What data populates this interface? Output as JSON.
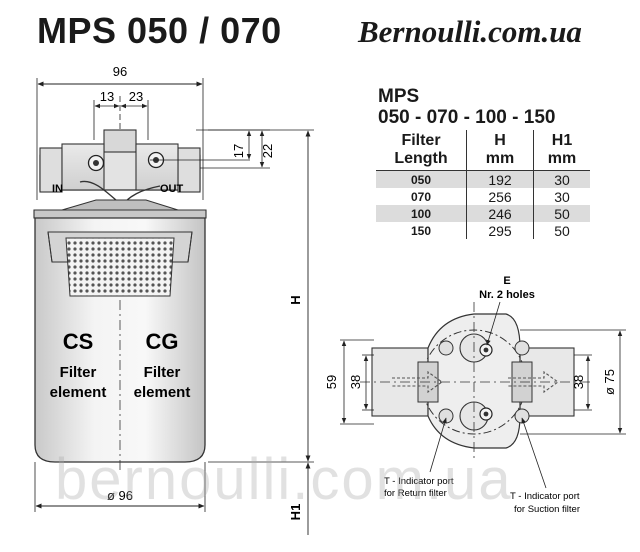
{
  "title": "MPS 050 / 070",
  "brand": "Bernoulli.com.ua",
  "watermark": "bernoulli.com.ua",
  "spec": {
    "title": "MPS",
    "subtitle": "050 - 070 - 100 - 150",
    "headers": {
      "length": [
        "Filter",
        "Length"
      ],
      "h": [
        "H",
        "mm"
      ],
      "h1": [
        "H1",
        "mm"
      ]
    },
    "rows": [
      {
        "model": "050",
        "h": "192",
        "h1": "30"
      },
      {
        "model": "070",
        "h": "256",
        "h1": "30"
      },
      {
        "model": "100",
        "h": "246",
        "h1": "50"
      },
      {
        "model": "150",
        "h": "295",
        "h1": "50"
      }
    ]
  },
  "side_view": {
    "dim_width_top": "96",
    "dim_13": "13",
    "dim_23": "23",
    "dim_17": "17",
    "dim_22": "22",
    "dim_H": "H",
    "dim_H1": "H1",
    "dim_width_bottom": "ø 96",
    "port_in": "IN",
    "port_out": "OUT",
    "element_cs": "CS",
    "element_cg": "CG",
    "element_caption_1": "Filter",
    "element_caption_2": "element"
  },
  "top_view": {
    "label_e": "E",
    "label_holes": "Nr. 2 holes",
    "dim_59": "59",
    "dim_38_left": "38",
    "dim_38_right": "38",
    "dim_75": "ø 75",
    "note_return_1": "T - Indicator port",
    "note_return_2": "for Return filter",
    "note_suction_1": "T - Indicator port",
    "note_suction_2": "for Suction filter"
  }
}
